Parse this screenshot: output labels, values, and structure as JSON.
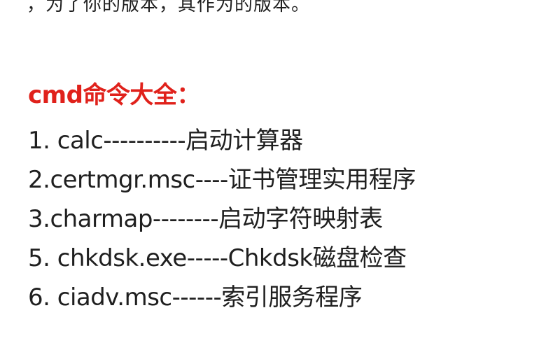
{
  "top_fragment": "，为了你的版本，其作为的版本。",
  "heading": "cmd命令大全：",
  "commands": [
    "1. calc----------启动计算器",
    "2.certmgr.msc----证书管理实用程序",
    "3.charmap--------启动字符映射表",
    "5. chkdsk.exe-----Chkdsk磁盘检查",
    "6. ciadv.msc------索引服务程序"
  ]
}
